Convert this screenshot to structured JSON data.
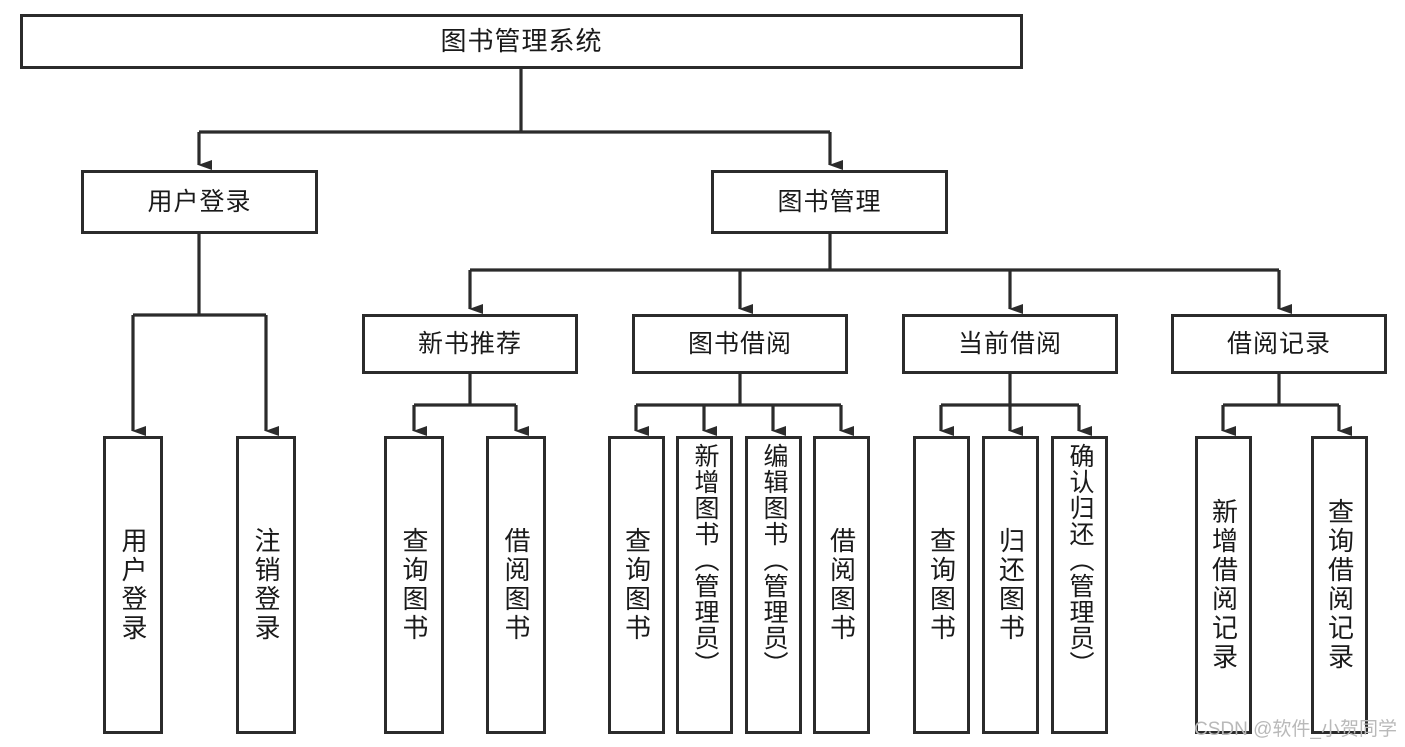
{
  "diagram": {
    "title": "图书管理系统",
    "style": {
      "box_border_color": "#2b2b2b",
      "box_fill_color": "#ffffff",
      "line_color": "#2b2b2b",
      "text_color": "#1a1a1a",
      "background": "#ffffff",
      "watermark_color": "#b9b9b9"
    },
    "root": {
      "label": "图书管理系统"
    },
    "level2": [
      {
        "label": "用户登录"
      },
      {
        "label": "图书管理"
      }
    ],
    "level3": [
      {
        "label": "新书推荐"
      },
      {
        "label": "图书借阅"
      },
      {
        "label": "当前借阅"
      },
      {
        "label": "借阅记录"
      }
    ],
    "leaves": {
      "user_login": [
        {
          "label": "用户登录"
        },
        {
          "label": "注销登录"
        }
      ],
      "new_book_recommend": [
        {
          "label": "查询图书"
        },
        {
          "label": "借阅图书"
        }
      ],
      "book_borrow": [
        {
          "label": "查询图书"
        },
        {
          "label": "新增图书（管理员）"
        },
        {
          "label": "编辑图书（管理员）"
        },
        {
          "label": "借阅图书"
        }
      ],
      "current_borrow": [
        {
          "label": "查询图书"
        },
        {
          "label": "归还图书"
        },
        {
          "label": "确认归还（管理员）"
        }
      ],
      "borrow_record": [
        {
          "label": "新增借阅记录"
        },
        {
          "label": "查询借阅记录"
        }
      ]
    }
  },
  "watermark": {
    "text": "CSDN @软件_小贺同学"
  }
}
